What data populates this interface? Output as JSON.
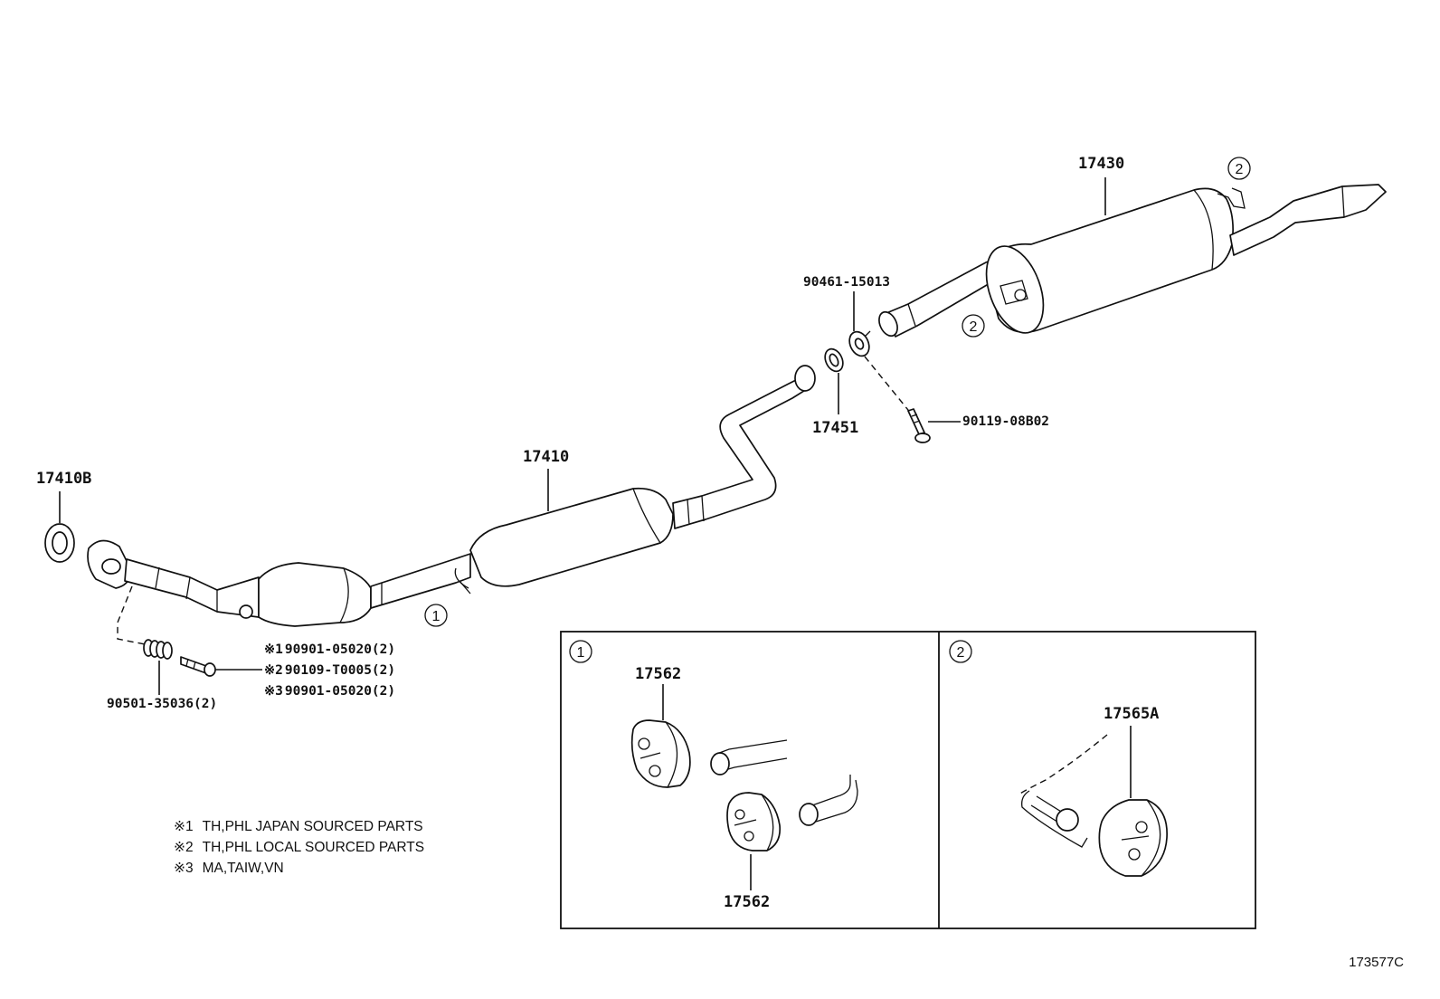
{
  "parts": {
    "gasket_front": "17410B",
    "front_pipe": "17410",
    "tail_pipe": "17430",
    "gasket_center": "17451",
    "spring_bolt_nut": "90461-15013",
    "bolt_center": "90119-08B02",
    "spring": "90501-35036(2)",
    "mount_1": "17562",
    "mount_1b": "17562",
    "mount_2": "17565A"
  },
  "fastener_notes": [
    {
      "mark": "※1",
      "code": "90901-05020(2)"
    },
    {
      "mark": "※2",
      "code": "90109-T0005(2)"
    },
    {
      "mark": "※3",
      "code": "90901-05020(2)"
    }
  ],
  "legend": [
    {
      "mark": "※1",
      "text": "TH,PHL JAPAN SOURCED PARTS"
    },
    {
      "mark": "※2",
      "text": "TH,PHL LOCAL SOURCED PARTS"
    },
    {
      "mark": "※3",
      "text": "MA,TAIW,VN"
    }
  ],
  "callouts": {
    "one": "1",
    "two": "2"
  },
  "diagram_id": "173577C"
}
